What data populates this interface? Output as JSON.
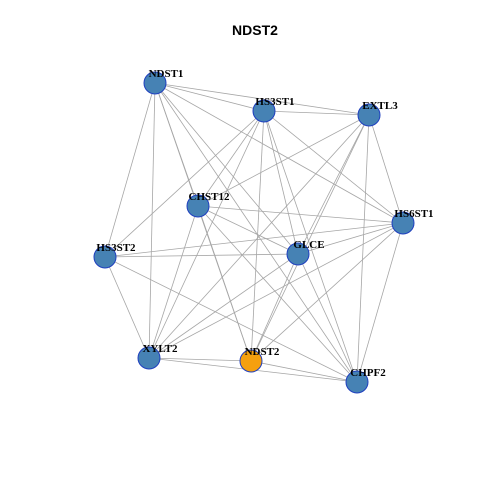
{
  "title": "NDST2",
  "colors": {
    "node_default": "#4682b4",
    "node_highlight": "#f5a00f",
    "node_border": "#1f3fbf",
    "edge": "#a6a6a6"
  },
  "nodes": [
    {
      "id": "NDST1",
      "label": "NDST1",
      "highlight": false
    },
    {
      "id": "HS3ST1",
      "label": "HS3ST1",
      "highlight": false
    },
    {
      "id": "EXTL3",
      "label": "EXTL3",
      "highlight": false
    },
    {
      "id": "CHST12",
      "label": "CHST12",
      "highlight": false
    },
    {
      "id": "HS6ST1",
      "label": "HS6ST1",
      "highlight": false
    },
    {
      "id": "HS3ST2",
      "label": "HS3ST2",
      "highlight": false
    },
    {
      "id": "GLCE",
      "label": "GLCE",
      "highlight": false
    },
    {
      "id": "XYLT2",
      "label": "XYLT2",
      "highlight": false
    },
    {
      "id": "NDST2",
      "label": "NDST2",
      "highlight": true
    },
    {
      "id": "CHPF2",
      "label": "CHPF2",
      "highlight": false
    }
  ],
  "edges": [
    [
      "NDST1",
      "HS3ST1"
    ],
    [
      "NDST1",
      "EXTL3"
    ],
    [
      "NDST1",
      "CHST12"
    ],
    [
      "NDST1",
      "HS6ST1"
    ],
    [
      "NDST1",
      "HS3ST2"
    ],
    [
      "NDST1",
      "GLCE"
    ],
    [
      "NDST1",
      "XYLT2"
    ],
    [
      "NDST1",
      "NDST2"
    ],
    [
      "NDST1",
      "CHPF2"
    ],
    [
      "HS3ST1",
      "EXTL3"
    ],
    [
      "HS3ST1",
      "CHST12"
    ],
    [
      "HS3ST1",
      "HS6ST1"
    ],
    [
      "HS3ST1",
      "HS3ST2"
    ],
    [
      "HS3ST1",
      "GLCE"
    ],
    [
      "HS3ST1",
      "XYLT2"
    ],
    [
      "HS3ST1",
      "NDST2"
    ],
    [
      "HS3ST1",
      "CHPF2"
    ],
    [
      "EXTL3",
      "CHST12"
    ],
    [
      "EXTL3",
      "HS6ST1"
    ],
    [
      "EXTL3",
      "GLCE"
    ],
    [
      "EXTL3",
      "XYLT2"
    ],
    [
      "EXTL3",
      "NDST2"
    ],
    [
      "EXTL3",
      "CHPF2"
    ],
    [
      "CHST12",
      "HS6ST1"
    ],
    [
      "CHST12",
      "GLCE"
    ],
    [
      "CHST12",
      "XYLT2"
    ],
    [
      "CHST12",
      "NDST2"
    ],
    [
      "CHST12",
      "CHPF2"
    ],
    [
      "HS6ST1",
      "HS3ST2"
    ],
    [
      "HS6ST1",
      "GLCE"
    ],
    [
      "HS6ST1",
      "XYLT2"
    ],
    [
      "HS6ST1",
      "NDST2"
    ],
    [
      "HS6ST1",
      "CHPF2"
    ],
    [
      "HS3ST2",
      "GLCE"
    ],
    [
      "HS3ST2",
      "XYLT2"
    ],
    [
      "HS3ST2",
      "CHPF2"
    ],
    [
      "GLCE",
      "XYLT2"
    ],
    [
      "GLCE",
      "NDST2"
    ],
    [
      "GLCE",
      "CHPF2"
    ],
    [
      "XYLT2",
      "NDST2"
    ],
    [
      "XYLT2",
      "CHPF2"
    ],
    [
      "NDST2",
      "CHPF2"
    ]
  ]
}
